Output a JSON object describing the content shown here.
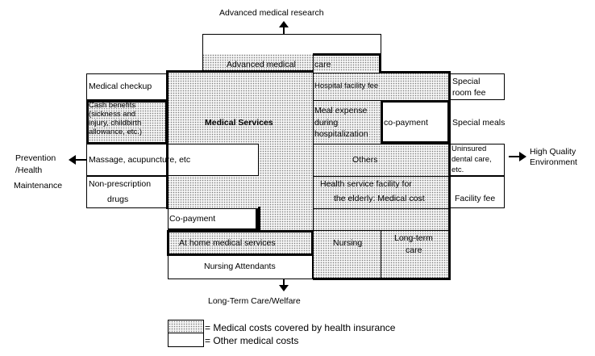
{
  "outer": {
    "top": "Advanced medical research",
    "left": [
      "Prevention",
      "/Health",
      "Maintenance"
    ],
    "right": [
      "High Quality",
      "Environment"
    ],
    "bottom": "Long-Term Care/Welfare"
  },
  "center": {
    "title": "Medical Services",
    "advanced_a": "Advanced medical",
    "advanced_b": "care"
  },
  "left_col": {
    "checkup": "Medical checkup",
    "cash": [
      "Cash benefits",
      "(sickness and",
      "injury, childbirth",
      "allowance, etc.)"
    ],
    "massage": "Massage, acupuncture, etc",
    "drugs_a": "Non-prescription",
    "drugs_b": "drugs",
    "copay": "Co-payment"
  },
  "right_col": {
    "hospital_fee": "Hospital facility fee",
    "meal": [
      "Meal expense",
      "during",
      "hospitalization"
    ],
    "copay": "co-payment",
    "others": "Others",
    "elderly_a": "Health service facility for",
    "elderly_b": "the elderly: Medical cost"
  },
  "far_right": {
    "room": [
      "Special",
      "room fee"
    ],
    "meals": "Special meals",
    "uninsured": [
      "Uninsured",
      "dental care,",
      "etc."
    ],
    "facility": "Facility fee"
  },
  "bottom_row": {
    "home": "At home medical services",
    "nursing": "Nursing",
    "ltc": [
      "Long-term",
      "care"
    ],
    "attendants": "Nursing Attendants"
  },
  "legend": {
    "covered": "= Medical costs covered by health insurance",
    "other": "= Other medical costs"
  }
}
